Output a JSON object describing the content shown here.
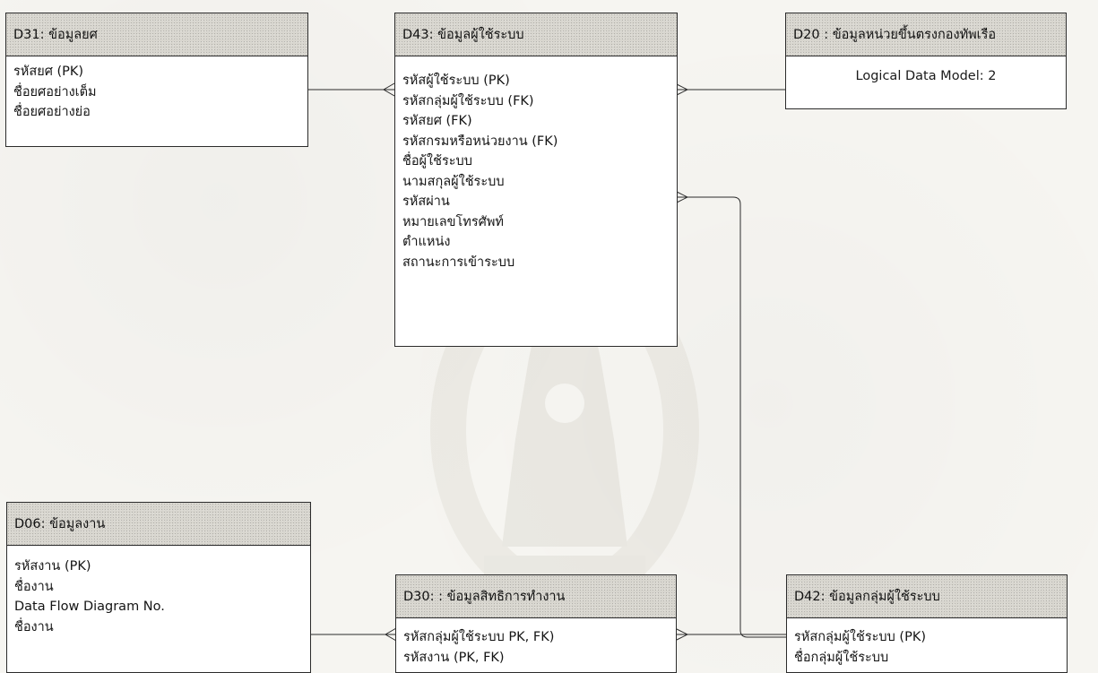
{
  "entities": {
    "d31": {
      "title": "D31: ข้อมูลยศ",
      "attributes": [
        "รหัสยศ (PK)",
        "ชื่อยศอย่างเต็ม",
        "ชื่อยศอย่างย่อ"
      ]
    },
    "d43": {
      "title": "D43: ข้อมูลผู้ใช้ระบบ",
      "attributes": [
        "รหัสผู้ใช้ระบบ (PK)",
        "รหัสกลุ่มผู้ใช้ระบบ (FK)",
        "รหัสยศ (FK)",
        "รหัสกรมหรือหน่วยงาน (FK)",
        "ชื่อผู้ใช้ระบบ",
        "นามสกุลผู้ใช้ระบบ",
        "รหัสผ่าน",
        "หมายเลขโทรศัพท์",
        "ตำแหน่ง",
        "สถานะการเข้าระบบ"
      ]
    },
    "d20": {
      "title": "D20 : ข้อมูลหน่วยขึ้นตรงกองทัพเรือ",
      "note": "Logical Data Model: 2"
    },
    "d06": {
      "title": "D06: ข้อมูลงาน",
      "attributes": [
        "รหัสงาน (PK)",
        "ชื่องาน",
        "Data Flow Diagram No.",
        "ชื่องาน"
      ]
    },
    "d30": {
      "title": "D30: : ข้อมูลสิทธิการทำงาน",
      "attributes": [
        "รหัสกลุ่มผู้ใช้ระบบ PK, FK)",
        "รหัสงาน (PK, FK)"
      ]
    },
    "d42": {
      "title": "D42: ข้อมูลกลุ่มผู้ใช้ระบบ",
      "attributes": [
        "รหัสกลุ่มผู้ใช้ระบบ (PK)",
        "ชื่อกลุ่มผู้ใช้ระบบ"
      ]
    }
  }
}
